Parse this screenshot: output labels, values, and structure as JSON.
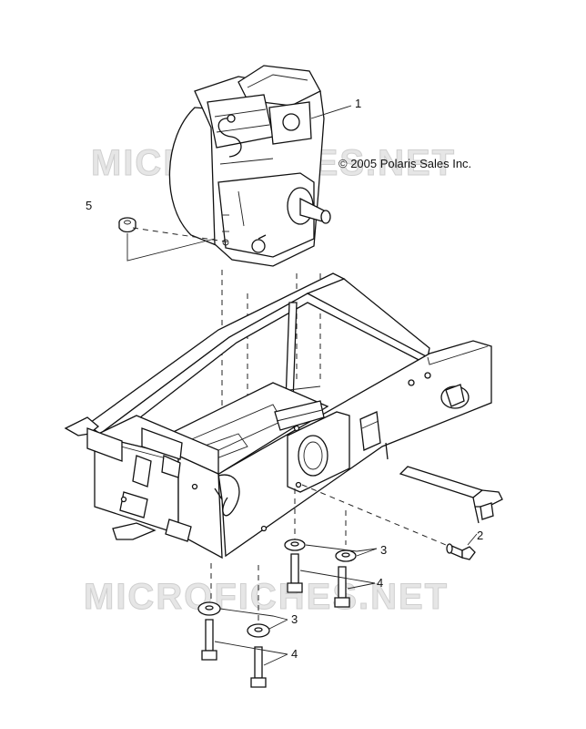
{
  "watermark": "MICROFICHES.NET",
  "copyright": "© 2005 Polaris Sales Inc.",
  "callouts": {
    "engine": "1",
    "bolt_side": "2",
    "washer_upper": "3",
    "bolt_upper": "4",
    "washer_lower": "3",
    "bolt_lower": "4",
    "nut": "5"
  }
}
